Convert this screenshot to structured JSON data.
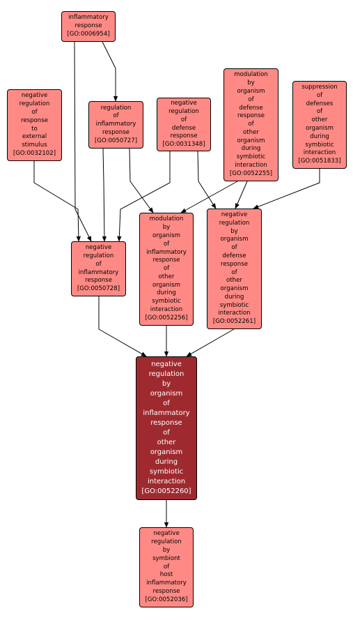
{
  "colors": {
    "node_fill": "#ff8a85",
    "main_fill": "#9e2a2f",
    "node_text": "#000000",
    "main_text": "#ffffff",
    "edge": "#000000"
  },
  "nodes": [
    {
      "id": "GO:0006954",
      "lines": [
        "inflammatory",
        "response",
        "[GO:0006954]"
      ]
    },
    {
      "id": "GO:0032102",
      "lines": [
        "negative",
        "regulation",
        "of",
        "response",
        "to",
        "external",
        "stimulus",
        "[GO:0032102]"
      ]
    },
    {
      "id": "GO:0050727",
      "lines": [
        "regulation",
        "of",
        "inflammatory",
        "response",
        "[GO:0050727]"
      ]
    },
    {
      "id": "GO:0031348",
      "lines": [
        "negative",
        "regulation",
        "of",
        "defense",
        "response",
        "[GO:0031348]"
      ]
    },
    {
      "id": "GO:0052255",
      "lines": [
        "modulation",
        "by",
        "organism",
        "of",
        "defense",
        "response",
        "of",
        "other",
        "organism",
        "during",
        "symbiotic",
        "interaction",
        "[GO:0052255]"
      ]
    },
    {
      "id": "GO:0051833",
      "lines": [
        "suppression",
        "of",
        "defenses",
        "of",
        "other",
        "organism",
        "during",
        "symbiotic",
        "interaction",
        "[GO:0051833]"
      ]
    },
    {
      "id": "GO:0050728",
      "lines": [
        "negative",
        "regulation",
        "of",
        "inflammatory",
        "response",
        "[GO:0050728]"
      ]
    },
    {
      "id": "GO:0052256",
      "lines": [
        "modulation",
        "by",
        "organism",
        "of",
        "inflammatory",
        "response",
        "of",
        "other",
        "organism",
        "during",
        "symbiotic",
        "interaction",
        "[GO:0052256]"
      ]
    },
    {
      "id": "GO:0052261",
      "lines": [
        "negative",
        "regulation",
        "by",
        "organism",
        "of",
        "defense",
        "response",
        "of",
        "other",
        "organism",
        "during",
        "symbiotic",
        "interaction",
        "[GO:0052261]"
      ]
    },
    {
      "id": "GO:0052260",
      "lines": [
        "negative",
        "regulation",
        "by",
        "organism",
        "of",
        "inflammatory",
        "response",
        "of",
        "other",
        "organism",
        "during",
        "symbiotic",
        "interaction",
        "[GO:0052260]"
      ],
      "highlight": true
    },
    {
      "id": "GO:0052036",
      "lines": [
        "negative",
        "regulation",
        "by",
        "symbiont",
        "of",
        "host",
        "inflammatory",
        "response",
        "[GO:0052036]"
      ]
    }
  ],
  "edges": [
    {
      "from": "GO:0006954",
      "to": "GO:0050727"
    },
    {
      "from": "GO:0006954",
      "to": "GO:0050728"
    },
    {
      "from": "GO:0032102",
      "to": "GO:0050728"
    },
    {
      "from": "GO:0050727",
      "to": "GO:0050728"
    },
    {
      "from": "GO:0050727",
      "to": "GO:0052256"
    },
    {
      "from": "GO:0031348",
      "to": "GO:0050728"
    },
    {
      "from": "GO:0031348",
      "to": "GO:0052261"
    },
    {
      "from": "GO:0052255",
      "to": "GO:0052256"
    },
    {
      "from": "GO:0052255",
      "to": "GO:0052261"
    },
    {
      "from": "GO:0051833",
      "to": "GO:0052261"
    },
    {
      "from": "GO:0050728",
      "to": "GO:0052260"
    },
    {
      "from": "GO:0052256",
      "to": "GO:0052260"
    },
    {
      "from": "GO:0052261",
      "to": "GO:0052260"
    },
    {
      "from": "GO:0052260",
      "to": "GO:0052036"
    }
  ]
}
